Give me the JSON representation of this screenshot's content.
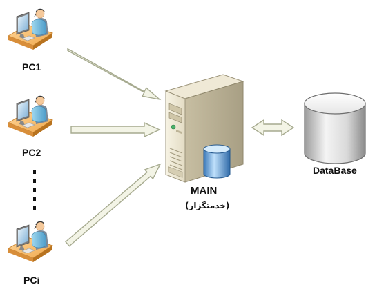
{
  "nodes": {
    "pc1": {
      "label": "PC1",
      "icon": "workstation-user-icon"
    },
    "pc2": {
      "label": "PC2",
      "icon": "workstation-user-icon"
    },
    "pci": {
      "label": "PCi",
      "icon": "workstation-user-icon"
    },
    "main": {
      "label": "MAIN",
      "sublabel": "(خدمتگزار)",
      "icon": "server-tower-icon"
    },
    "database": {
      "label": "DataBase",
      "icon": "database-cylinder-icon"
    }
  },
  "colors": {
    "arrow_fill": "#f3f4e6",
    "arrow_stroke": "#a6aa8f",
    "label_text": "#111111"
  }
}
